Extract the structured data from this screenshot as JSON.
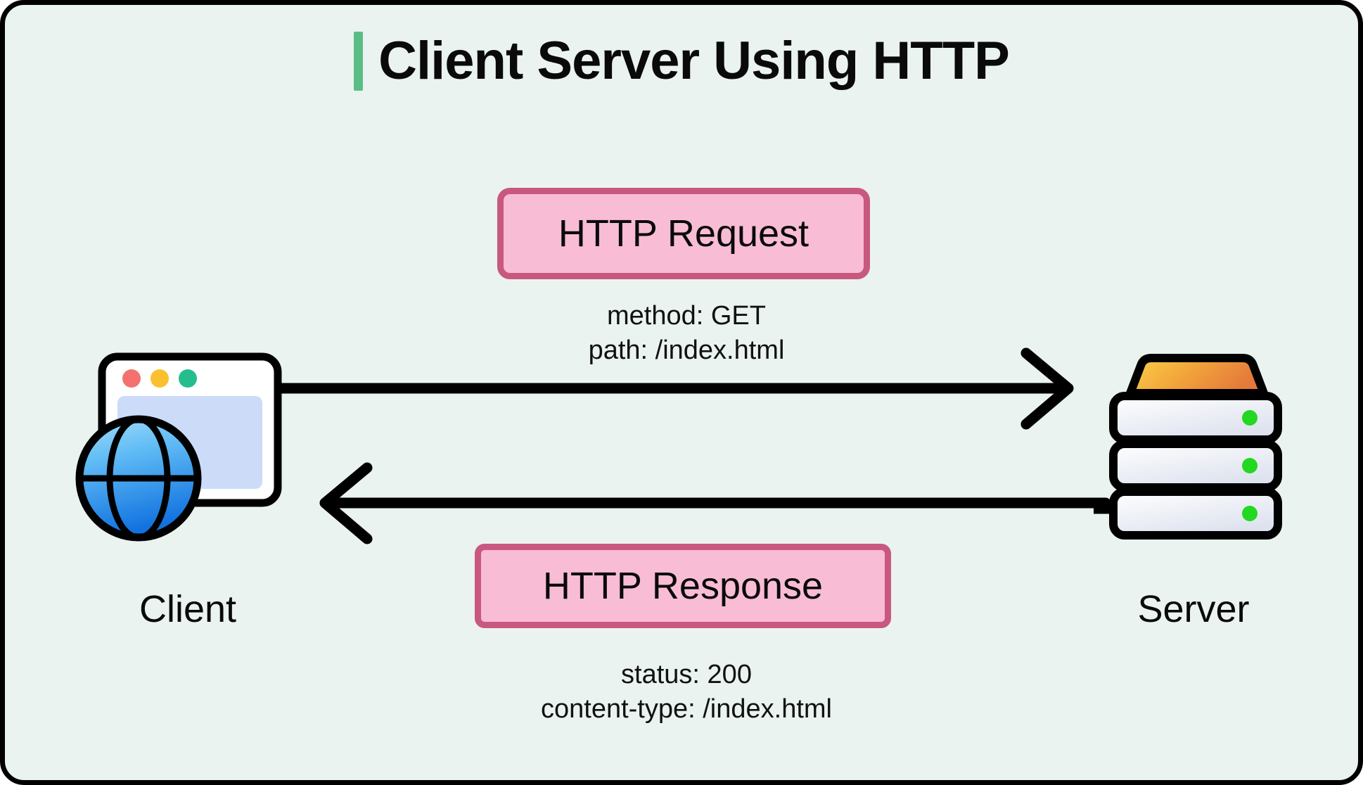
{
  "diagram": {
    "title": "Client Server Using HTTP",
    "accent_color": "#5bbd86",
    "background_color": "#eaf3ef",
    "border_color": "#000000"
  },
  "endpoints": {
    "client": {
      "label": "Client",
      "icon": "browser-globe-icon",
      "window_dots": [
        "#f4716f",
        "#fbc02d",
        "#25bd8d"
      ],
      "globe_gradient": [
        "#8fd4f7",
        "#1478e0"
      ]
    },
    "server": {
      "label": "Server",
      "icon": "server-rack-icon",
      "top_gradient": [
        "#f9c63c",
        "#e8823c"
      ],
      "led_color": "#23d820",
      "tiers": 3
    }
  },
  "messages": [
    {
      "id": "http-request",
      "label": "HTTP Request",
      "direction": "client-to-server",
      "fill": "#f9bcd5",
      "stroke": "#c8587f",
      "details": [
        "method: GET",
        "path: /index.html"
      ]
    },
    {
      "id": "http-response",
      "label": "HTTP Response",
      "direction": "server-to-client",
      "fill": "#f9bcd5",
      "stroke": "#c8587f",
      "details": [
        "status: 200",
        "content-type: /index.html"
      ]
    }
  ]
}
